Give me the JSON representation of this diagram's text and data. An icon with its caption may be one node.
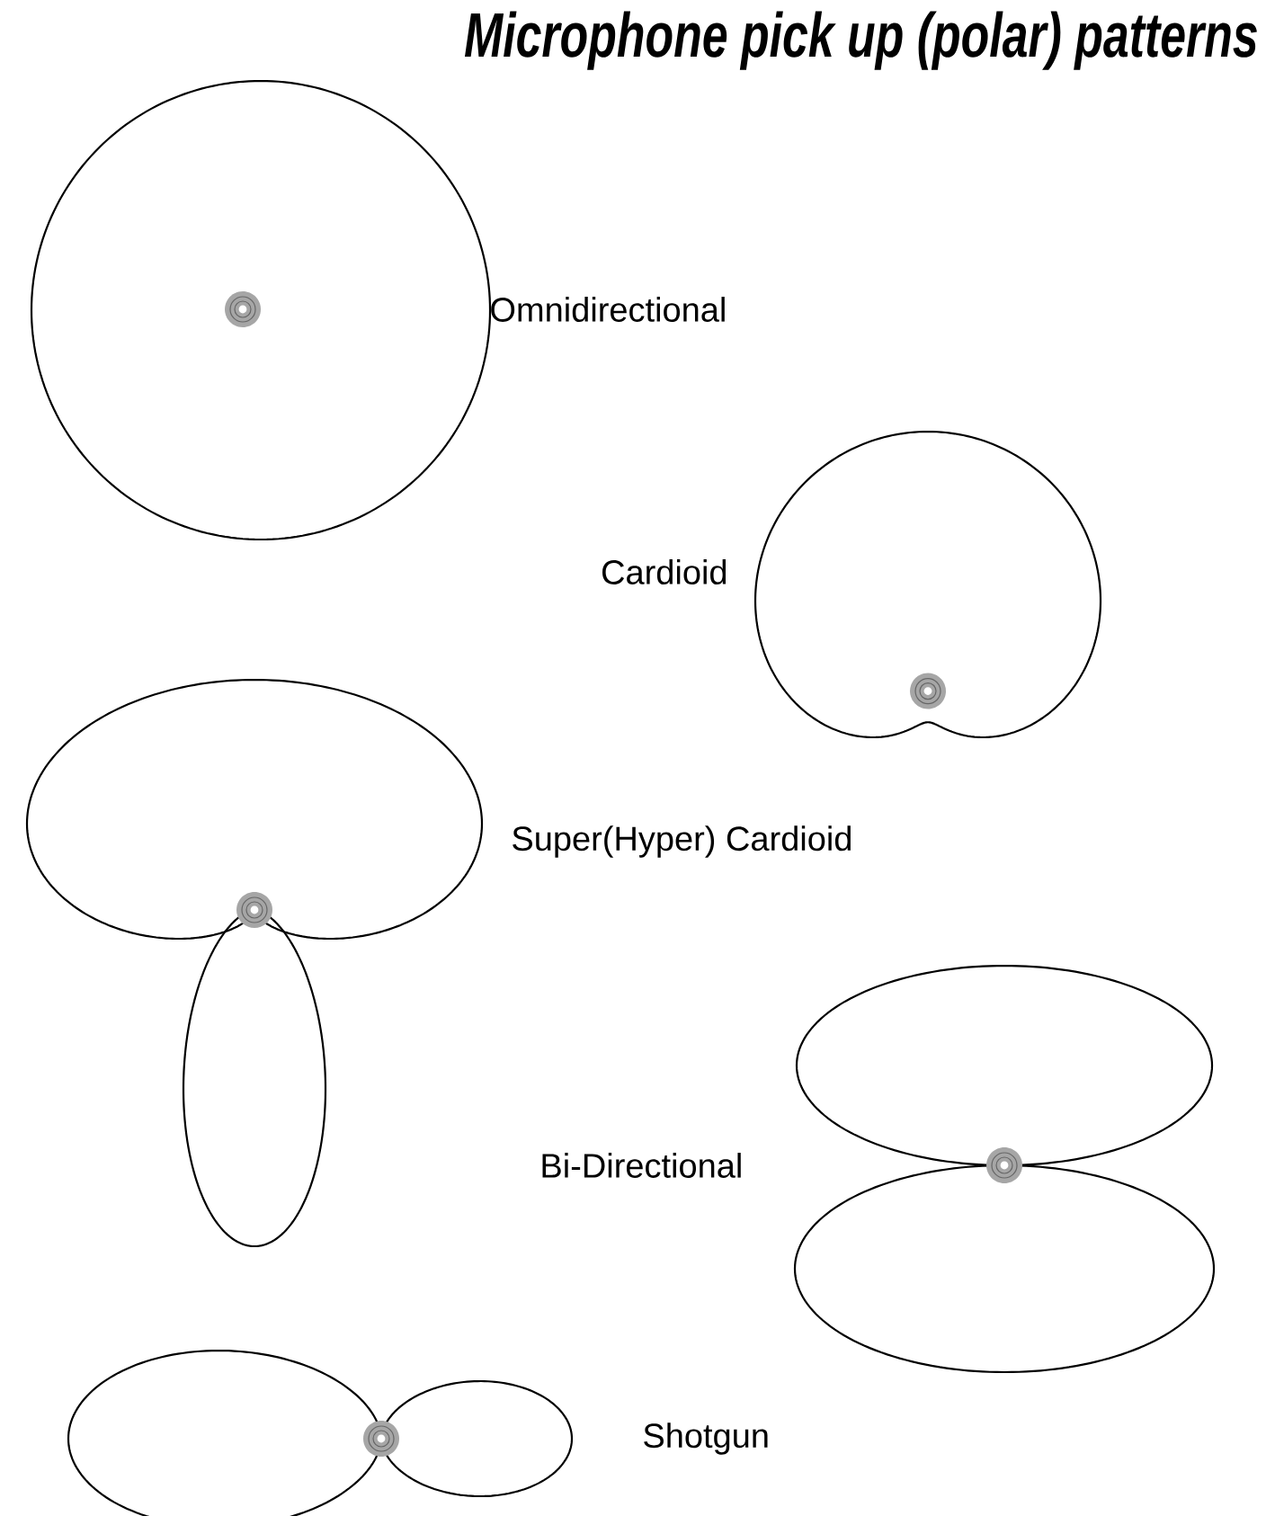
{
  "diagram": {
    "title": "Microphone pick up (polar) patterns",
    "labels": [
      "Omnidirectional",
      "Cardioid",
      "Super(Hyper) Cardioid",
      "Bi-Directional",
      "Shotgun"
    ]
  }
}
